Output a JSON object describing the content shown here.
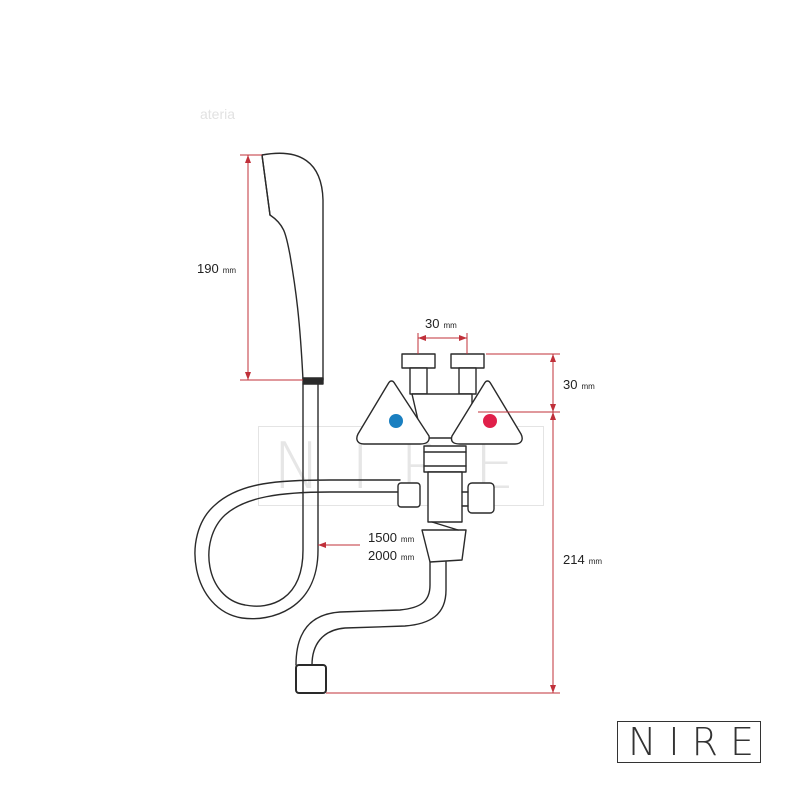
{
  "labels": {
    "faint_title": "ateria",
    "watermark": "NIRE",
    "logo": "NIRE"
  },
  "dimensions": {
    "shower_head_length": {
      "value": "190",
      "unit": "mm"
    },
    "inlet_spacing": {
      "value": "30",
      "unit": "mm"
    },
    "inlet_height": {
      "value": "30",
      "unit": "mm"
    },
    "hose_length_short": {
      "value": "1500",
      "unit": "mm"
    },
    "hose_length_long": {
      "value": "2000",
      "unit": "mm"
    },
    "overall_height": {
      "value": "214",
      "unit": "mm"
    }
  },
  "colors": {
    "outline": "#2a2a2a",
    "dimension_line": "#c0303a",
    "cold_handle_dot": "#1a7fc0",
    "hot_handle_dot": "#e0204a"
  }
}
